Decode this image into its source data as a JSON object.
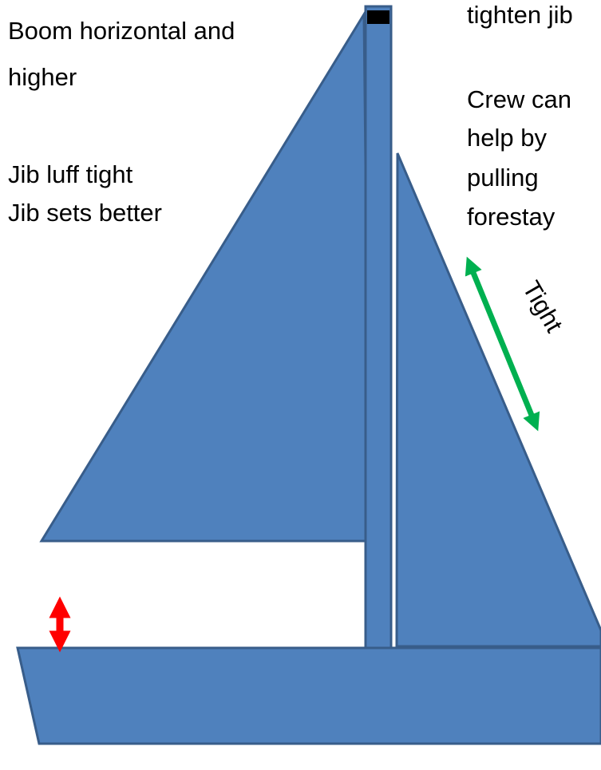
{
  "colors": {
    "sail_fill": "#4f81bd",
    "sail_stroke": "#385d8a",
    "mast_top_marker": "#000000",
    "tight_arrow": "#00b050",
    "boom_height_arrow": "#ff0000",
    "text": "#000000"
  },
  "left_notes": {
    "line_1": "Boom horizontal and",
    "line_2": "higher",
    "line_3": "Jib luff tight",
    "line_4": "Jib sets better"
  },
  "right_notes": {
    "line_1": "tighten jib",
    "line_2": "Crew can",
    "line_3": "help by",
    "line_4": "pulling",
    "line_5": "forestay"
  },
  "arrow_labels": {
    "jib_luff": "Tight"
  }
}
